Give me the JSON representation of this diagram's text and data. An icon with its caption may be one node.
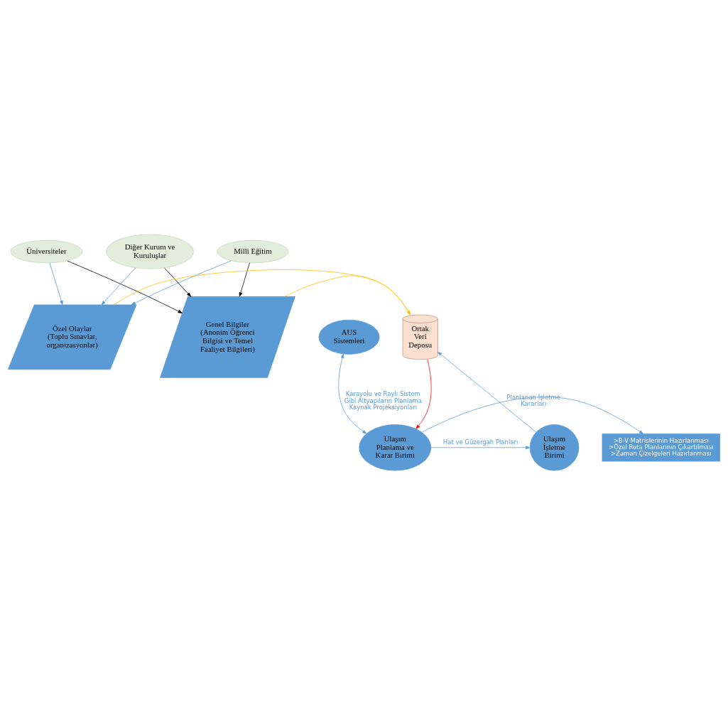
{
  "diagram": {
    "nodes": [
      {
        "text": [
          "Üniversiteler"
        ]
      },
      {
        "text": [
          "Milli Eğitim"
        ]
      },
      {
        "text": [
          "Diğer Kurum ve Kuruluşlar"
        ]
      },
      {
        "text": [
          "Genel Bilgiler (Anonim Öğrenci Bilgisi ve Temel Faaliyet Bilgileri)"
        ]
      },
      {
        "text": [
          "Özel Olaylar (Toplu Sınavlar, organizasyonlar)"
        ]
      },
      {
        "text": [
          "Ortak Veri Deposu"
        ]
      },
      {
        "text": [
          ">B-V Matrislerinin Hazırlanması",
          ">Özel Rota Planlarının Çıkartılması",
          ">Zaman Çizelgeleri Hazırlanması"
        ]
      },
      {
        "text": [
          "Ulaşım Planlama ve Karar Birimi"
        ]
      },
      {
        "text": [
          "Ulaşım İşletme Birimi"
        ]
      },
      {
        "text": [
          "AUS Sistemleri"
        ]
      }
    ],
    "edges": [
      {
        "from": 0,
        "to": 3,
        "arrow": "to",
        "color": "#000000"
      },
      {
        "from": 1,
        "to": 3,
        "arrow": "to",
        "color": "#000000"
      },
      {
        "from": 2,
        "to": 3,
        "arrow": "to",
        "color": "#000000"
      },
      {
        "from": 0,
        "to": 4,
        "arrow": "to"
      },
      {
        "from": 1,
        "to": 4,
        "arrow": "to"
      },
      {
        "from": 2,
        "to": 4,
        "arrow": "to"
      },
      {
        "from": 3,
        "to": 5,
        "arrow": "to",
        "color": "#ffc000"
      },
      {
        "from": 4,
        "to": 5,
        "arrow": "to",
        "color": "#ffc000"
      },
      {
        "from": 5,
        "to": 7,
        "arrow": "to",
        "color": "#ff0000"
      },
      {
        "from": 7,
        "to": 6,
        "arrow": "to"
      },
      {
        "from": 7,
        "to": 8,
        "arrow": "to",
        "label": "Hat ve Güzergah Planları"
      },
      {
        "from": 8,
        "to": 5,
        "arrow": "to",
        "label": "Planlanan İşletme Kararları"
      },
      {
        "from": 9,
        "to": 7,
        "arrow": "both",
        "label": "Karayolu ve Raylı Sistem Gibi Altyapıların Planlama Kaynak Projeksiyonları"
      }
    ]
  }
}
